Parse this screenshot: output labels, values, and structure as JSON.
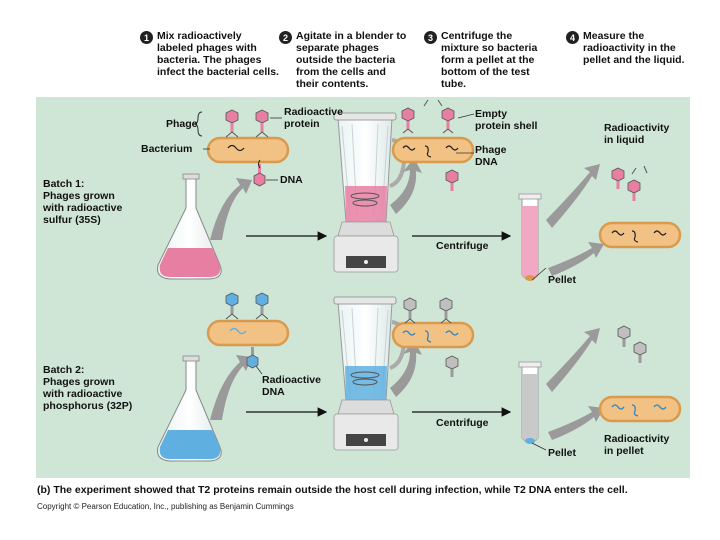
{
  "steps": [
    {
      "num": "1",
      "text": "Mix radioactively\nlabeled phages with\nbacteria. The phages\ninfect the bacterial cells."
    },
    {
      "num": "2",
      "text": "Agitate in a blender to\nseparate phages\noutside the bacteria\nfrom the cells and\ntheir contents."
    },
    {
      "num": "3",
      "text": "Centrifuge the\nmixture so bacteria\nform a pellet at the\nbottom of the test\ntube."
    },
    {
      "num": "4",
      "text": "Measure the\nradioactivity in the\npellet and the liquid."
    }
  ],
  "labels": {
    "phage": "Phage",
    "radioactive_protein": "Radioactive\nprotein",
    "bacterium": "Bacterium",
    "dna": "DNA",
    "empty_protein_shell": "Empty\nprotein shell",
    "phage_dna": "Phage\nDNA",
    "radioactivity_liquid": "Radioactivity\nin liquid",
    "batch1": "Batch 1:\nPhages grown\nwith radioactive\nsulfur (35S)",
    "batch2": "Batch 2:\nPhages grown\nwith radioactive\nphosphorus (32P)",
    "centrifuge": "Centrifuge",
    "pellet": "Pellet",
    "radioactive_dna": "Radioactive\nDNA",
    "radioactivity_pellet": "Radioactivity\nin pellet"
  },
  "caption": "(b) The experiment showed that T2 proteins remain outside the host cell during infection, while T2 DNA enters the cell.",
  "copyright": "Copyright © Pearson Education, Inc., publishing as Benjamin Cummings",
  "colors": {
    "panel": "#cfe6d6",
    "sulfur": "#e77fa3",
    "phosphorus": "#5fb0e0",
    "bacterium": "#f2c184",
    "arrow": "#9a9a9a"
  }
}
